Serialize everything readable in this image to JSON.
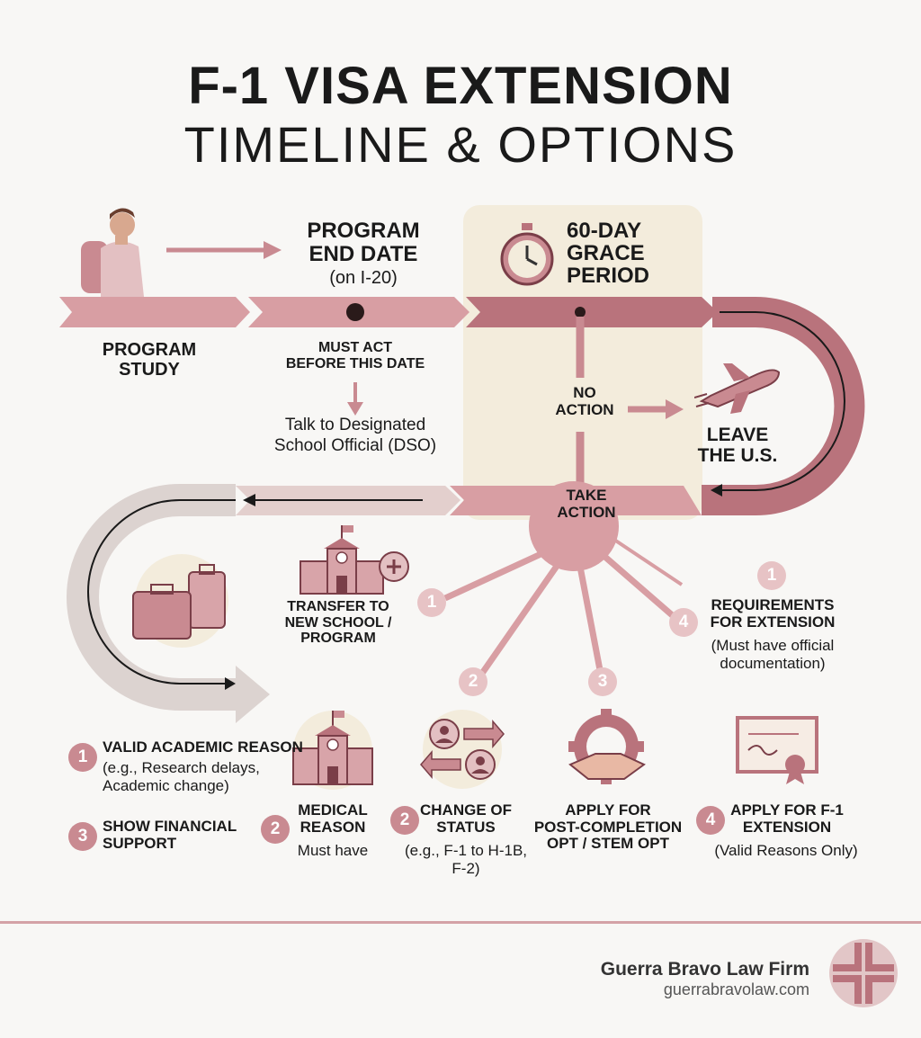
{
  "title": {
    "line1": "F-1 VISA EXTENSION",
    "line2": "TIMELINE & OPTIONS"
  },
  "colors": {
    "rose": "#c98a91",
    "dark_rose": "#b5646f",
    "cream": "#f3ecdc",
    "grey": "#dcd3d0"
  },
  "timeline": {
    "program_study": "PROGRAM\nSTUDY",
    "end_date_title": "PROGRAM\nEND DATE",
    "end_date_sub": "(on I-20)",
    "must_act": "MUST ACT\nBEFORE THIS DATE",
    "talk_dso": "Talk to Designated\nSchool Official (DSO)",
    "grace_title": "60-DAY\nGRACE\nPERIOD",
    "no_action": "NO\nACTION",
    "leave": "LEAVE\nTHE U.S.",
    "take_action": "TAKE\nACTION"
  },
  "options": {
    "transfer": {
      "number": "1",
      "label": "TRANSFER TO\nNEW SCHOOL /\nPROGRAM"
    },
    "requirements": {
      "number": "1",
      "title": "REQUIREMENTS\nFOR EXTENSION",
      "sub": "(Must have official\ndocumentation)"
    },
    "ray_numbers": [
      "1",
      "2",
      "3",
      "4"
    ]
  },
  "bottom": {
    "valid_reason": {
      "number": "1",
      "title": "VALID ACADEMIC REASON",
      "sub": "(e.g., Research delays,\nAcademic change)"
    },
    "financial": {
      "number": "3",
      "title": "SHOW FINANCIAL\nSUPPORT"
    },
    "medical": {
      "number": "2",
      "title": "MEDICAL\nREASON",
      "sub": "Must have"
    },
    "change_status": {
      "number": "2",
      "title": "CHANGE OF\nSTATUS",
      "sub": "(e.g., F-1 to H-1B,\nF-2)"
    },
    "opt": {
      "title": "APPLY FOR\nPOST-COMPLETION\nOPT / STEM OPT"
    },
    "extension": {
      "number": "4",
      "title": "APPLY FOR F-1\nEXTENSION",
      "sub": "(Valid Reasons Only)"
    }
  },
  "footer": {
    "firm": "Guerra Bravo Law Firm",
    "url": "guerrabravolaw.com"
  },
  "icons": [
    "student-icon",
    "stopwatch-icon",
    "airplane-icon",
    "school-icon",
    "luggage-icon",
    "exchange-icon",
    "handshake-gear-icon",
    "certificate-icon",
    "logo-icon"
  ]
}
